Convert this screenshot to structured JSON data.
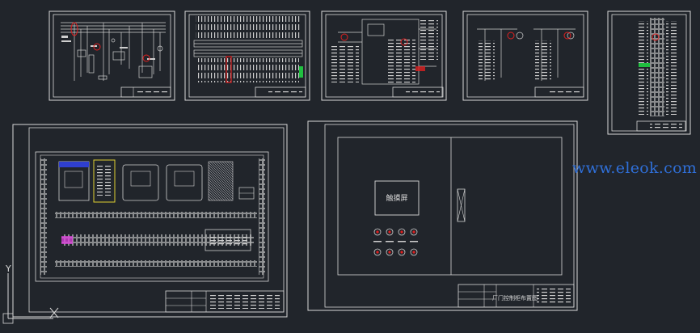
{
  "watermark": {
    "text": "www.eleok.com",
    "color": "#2f6fd8"
  },
  "canvas": {
    "background": "#21252b",
    "line_color": "#d9d9d9",
    "accent_red": "#e02020",
    "accent_green": "#20c040",
    "accent_magenta": "#e040e0",
    "accent_yellow": "#e0d030"
  },
  "ucs": {
    "y_label": "Y",
    "x_label": "X"
  },
  "sheets": {
    "panel_front": {
      "display_label": "触摸屏",
      "title_block": "厂门控制柜布置图"
    }
  }
}
